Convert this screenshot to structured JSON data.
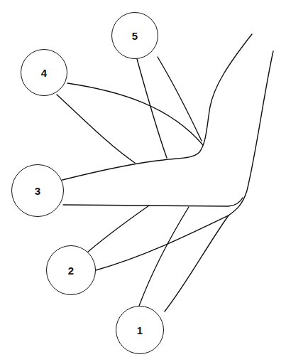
{
  "diagram": {
    "nodes": [
      {
        "text": [
          "5"
        ]
      },
      {
        "text": [
          "4"
        ]
      },
      {
        "text": [
          "3"
        ]
      },
      {
        "text": [
          "2"
        ]
      },
      {
        "text": [
          "1"
        ]
      }
    ]
  }
}
